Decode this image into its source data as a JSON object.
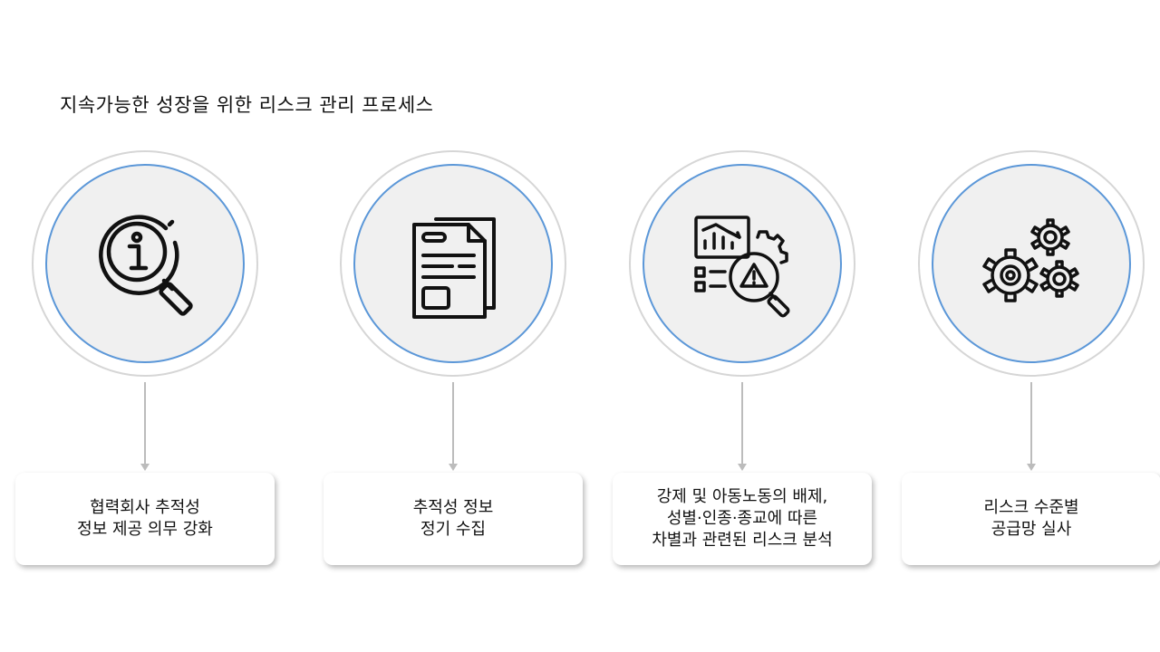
{
  "title": "지속가능한 성장을 위한 리스크 관리 프로세스",
  "steps": [
    {
      "icon": "magnifier-info-icon",
      "lines": [
        "협력회사 추적성",
        "정보 제공 의무 강화"
      ]
    },
    {
      "icon": "documents-icon",
      "lines": [
        "추적성 정보",
        "정기 수집"
      ]
    },
    {
      "icon": "risk-analysis-icon",
      "lines": [
        "강제 및 아동노동의 배제,",
        "성별·인종·종교에 따른",
        "차별과 관련된 리스크 분석"
      ]
    },
    {
      "icon": "gears-icon",
      "lines": [
        "리스크 수준별",
        "공급망 실사"
      ]
    }
  ],
  "colors": {
    "inner_ring": "#5b97d8",
    "outer_ring": "#d6d6d6",
    "circle_fill": "#f0f0f0",
    "connector": "#bcbcbc"
  }
}
